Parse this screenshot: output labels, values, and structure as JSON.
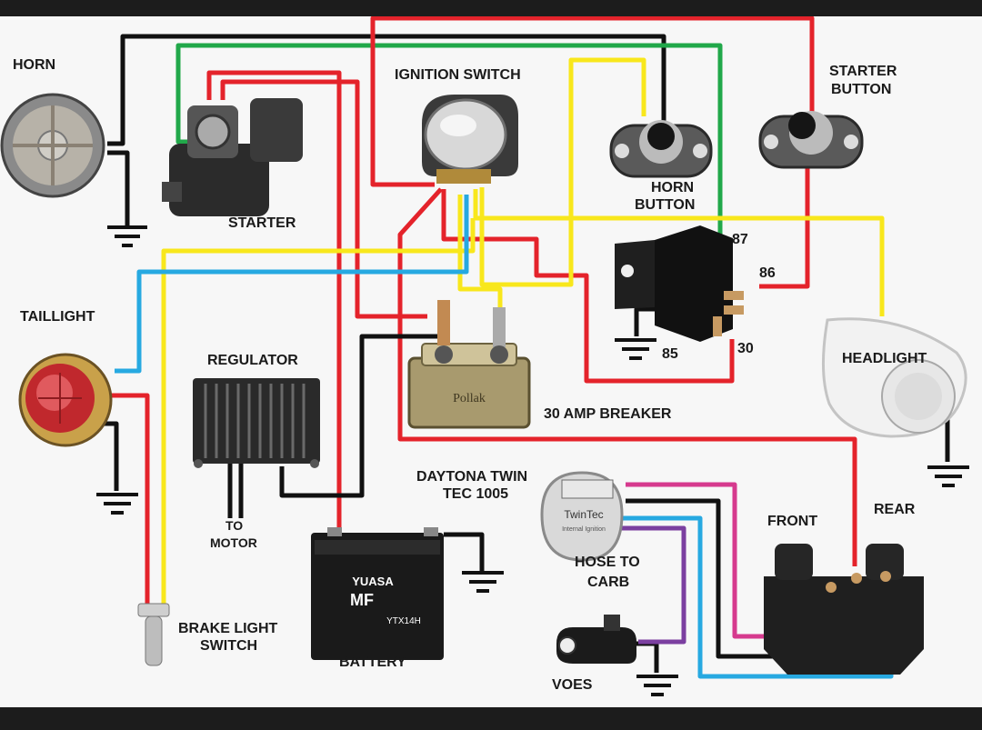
{
  "labels": {
    "horn": "HORN",
    "starter": "STARTER",
    "ignition_switch": "IGNITION SWITCH",
    "starter_button_1": "STARTER",
    "starter_button_2": "BUTTON",
    "horn_button_1": "HORN",
    "horn_button_2": "BUTTON",
    "relay_pin_87": "87",
    "relay_pin_86": "86",
    "relay_pin_85": "85",
    "relay_pin_30": "30",
    "taillight": "TAILLIGHT",
    "regulator": "REGULATOR",
    "headlight": "HEADLIGHT",
    "breaker": "30 AMP BREAKER",
    "daytona_1": "DAYTONA TWIN",
    "daytona_2": "TEC 1005",
    "to_motor_1": "TO",
    "to_motor_2": "MOTOR",
    "hose_1": "HOSE TO",
    "hose_2": "CARB",
    "front": "FRONT",
    "rear": "REAR",
    "brake_light_1": "BRAKE LIGHT",
    "brake_light_2": "SWITCH",
    "battery": "BATTERY",
    "voes": "VOES"
  },
  "component_text": {
    "battery_brand": "YUASA",
    "battery_model": "MF",
    "battery_part": "YTX14H",
    "ignition_brand": "TwinTec",
    "ignition_sub": "Internal Ignition",
    "breaker_brand": "Pollak"
  },
  "colors": {
    "red": "#e4232b",
    "black": "#111111",
    "yellow": "#f8e71c",
    "blue": "#27a9e1",
    "green": "#21a84a",
    "magenta": "#d63a8e",
    "purple": "#7b3fa0"
  }
}
